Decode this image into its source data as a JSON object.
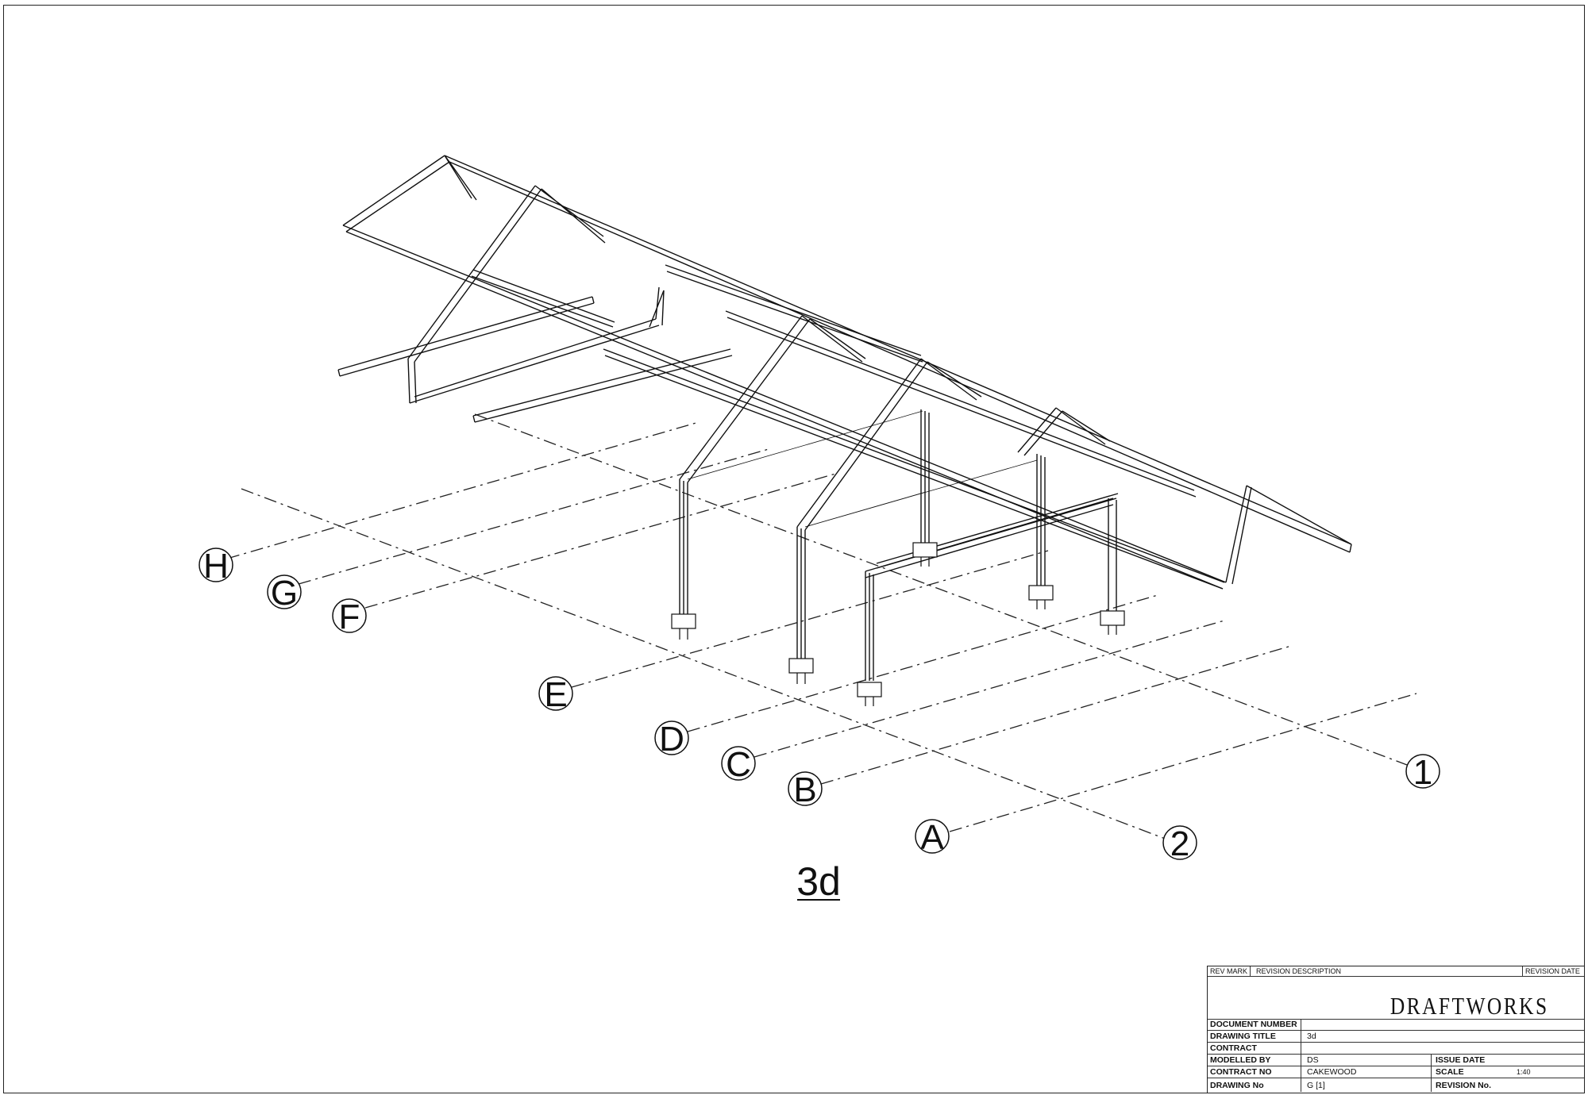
{
  "drawing": {
    "view_title": "3d",
    "grid_letters": [
      "H",
      "G",
      "F",
      "E",
      "D",
      "C",
      "B",
      "A"
    ],
    "grid_numbers": [
      "1",
      "2"
    ]
  },
  "title_block": {
    "header": {
      "rev_mark": "REV MARK",
      "revision_description": "REVISION DESCRIPTION",
      "revision_date": "REVISION DATE"
    },
    "logo": "DRAFTWORKS",
    "document_number_label": "DOCUMENT NUMBER",
    "document_number": "",
    "drawing_title_label": "DRAWING TITLE",
    "drawing_title": "3d",
    "contract_label": "CONTRACT",
    "contract": "",
    "modelled_by_label": "MODELLED BY",
    "modelled_by": "DS",
    "issue_date_label": "ISSUE DATE",
    "issue_date": "",
    "contract_no_label": "CONTRACT NO",
    "contract_no": "CAKEWOOD",
    "scale_label": "SCALE",
    "scale": "1:40",
    "drawing_no_label": "DRAWING No",
    "drawing_no": "G   [1]",
    "revision_no_label": "REVISION No.",
    "revision_no": ""
  }
}
